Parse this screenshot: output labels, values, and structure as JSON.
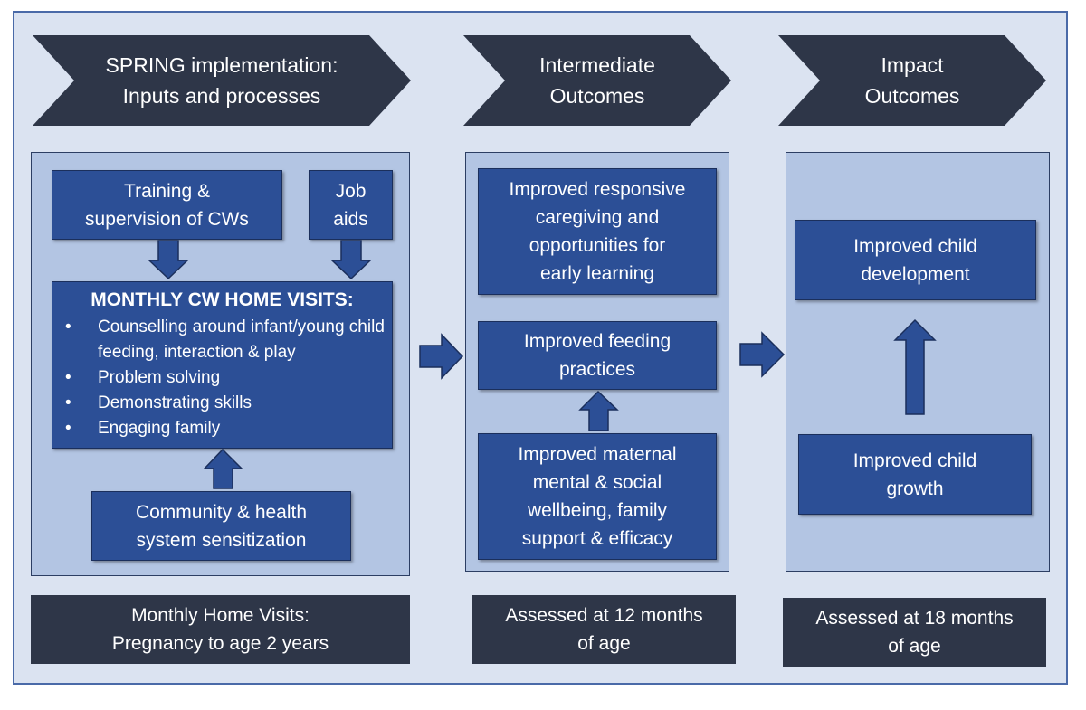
{
  "colors": {
    "frame_bg": "#dbe3f1",
    "frame_border": "#4a6aa8",
    "chevron": "#2e3648",
    "panel": "#b3c5e3",
    "box": "#2c4f96",
    "arrow": "#2c4f96",
    "footer": "#2e3648"
  },
  "headers": [
    {
      "lines": [
        "SPRING implementation:",
        "Inputs and processes"
      ]
    },
    {
      "lines": [
        "Intermediate",
        "Outcomes"
      ]
    },
    {
      "lines": [
        "Impact",
        "Outcomes"
      ]
    }
  ],
  "inputs": {
    "training": {
      "lines": [
        "Training &",
        "supervision of CWs"
      ]
    },
    "job_aids": {
      "lines": [
        "Job",
        "aids"
      ]
    },
    "visits": {
      "title": "MONTHLY CW HOME VISITS:",
      "bullets": [
        "Counselling around infant/young child feeding, interaction & play",
        "Problem solving",
        "Demonstrating skills",
        "Engaging family"
      ]
    },
    "community": {
      "lines": [
        "Community & health",
        "system sensitization"
      ]
    }
  },
  "intermediate": {
    "caregiving": {
      "lines": [
        "Improved responsive",
        "caregiving and",
        "opportunities for",
        "early learning"
      ]
    },
    "feeding": {
      "lines": [
        "Improved feeding",
        "practices"
      ]
    },
    "maternal": {
      "lines": [
        "Improved maternal",
        "mental & social",
        "wellbeing, family",
        "support  & efficacy"
      ]
    }
  },
  "impact": {
    "development": {
      "lines": [
        "Improved child",
        "development"
      ]
    },
    "growth": {
      "lines": [
        "Improved child",
        "growth"
      ]
    }
  },
  "footers": [
    {
      "lines": [
        "Monthly Home Visits:",
        "Pregnancy to age 2 years"
      ]
    },
    {
      "lines": [
        "Assessed at 12 months",
        "of age"
      ]
    },
    {
      "lines": [
        "Assessed at 18 months",
        "of age"
      ]
    }
  ]
}
